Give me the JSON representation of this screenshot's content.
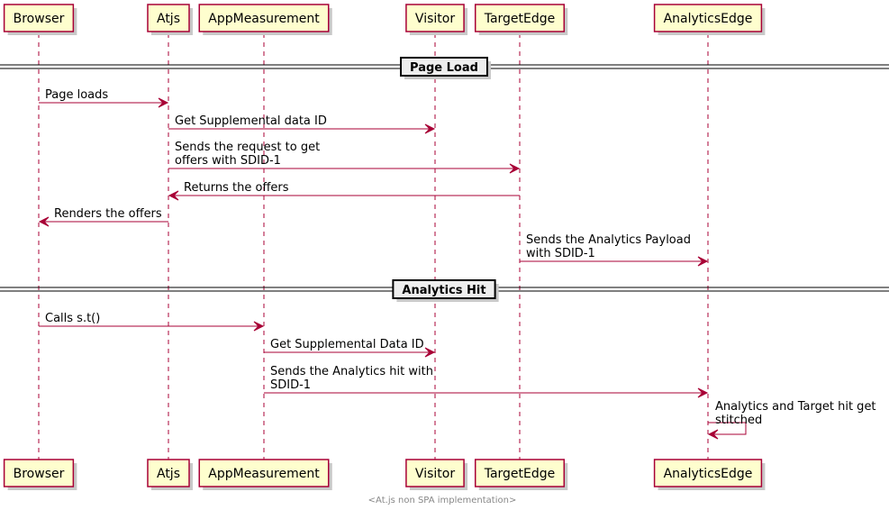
{
  "participants": [
    {
      "id": "browser",
      "label": "Browser"
    },
    {
      "id": "atjs",
      "label": "Atjs"
    },
    {
      "id": "appmeasurement",
      "label": "AppMeasurement"
    },
    {
      "id": "visitor",
      "label": "Visitor"
    },
    {
      "id": "targetedge",
      "label": "TargetEdge"
    },
    {
      "id": "analyticsedge",
      "label": "AnalyticsEdge"
    }
  ],
  "sections": [
    {
      "title": "Page Load",
      "messages": [
        {
          "from": "browser",
          "to": "atjs",
          "lines": [
            "Page loads"
          ]
        },
        {
          "from": "atjs",
          "to": "visitor",
          "lines": [
            "Get Supplemental data ID"
          ]
        },
        {
          "from": "atjs",
          "to": "targetedge",
          "lines": [
            "Sends the request to get",
            "offers with SDID-1"
          ]
        },
        {
          "from": "targetedge",
          "to": "atjs",
          "lines": [
            "Returns the offers"
          ]
        },
        {
          "from": "atjs",
          "to": "browser",
          "lines": [
            "Renders the offers"
          ]
        },
        {
          "from": "targetedge",
          "to": "analyticsedge",
          "lines": [
            "Sends the Analytics Payload",
            "with SDID-1"
          ]
        }
      ]
    },
    {
      "title": "Analytics Hit",
      "messages": [
        {
          "from": "browser",
          "to": "appmeasurement",
          "lines": [
            "Calls s.t()"
          ]
        },
        {
          "from": "appmeasurement",
          "to": "visitor",
          "lines": [
            "Get Supplemental Data ID"
          ]
        },
        {
          "from": "appmeasurement",
          "to": "analyticsedge",
          "lines": [
            "Sends the Analytics hit with",
            "SDID-1"
          ]
        },
        {
          "from": "analyticsedge",
          "to": "analyticsedge",
          "lines": [
            "Analytics and Target hit get",
            "stitched"
          ]
        }
      ]
    }
  ],
  "footer": "<At.js non SPA implementation>"
}
